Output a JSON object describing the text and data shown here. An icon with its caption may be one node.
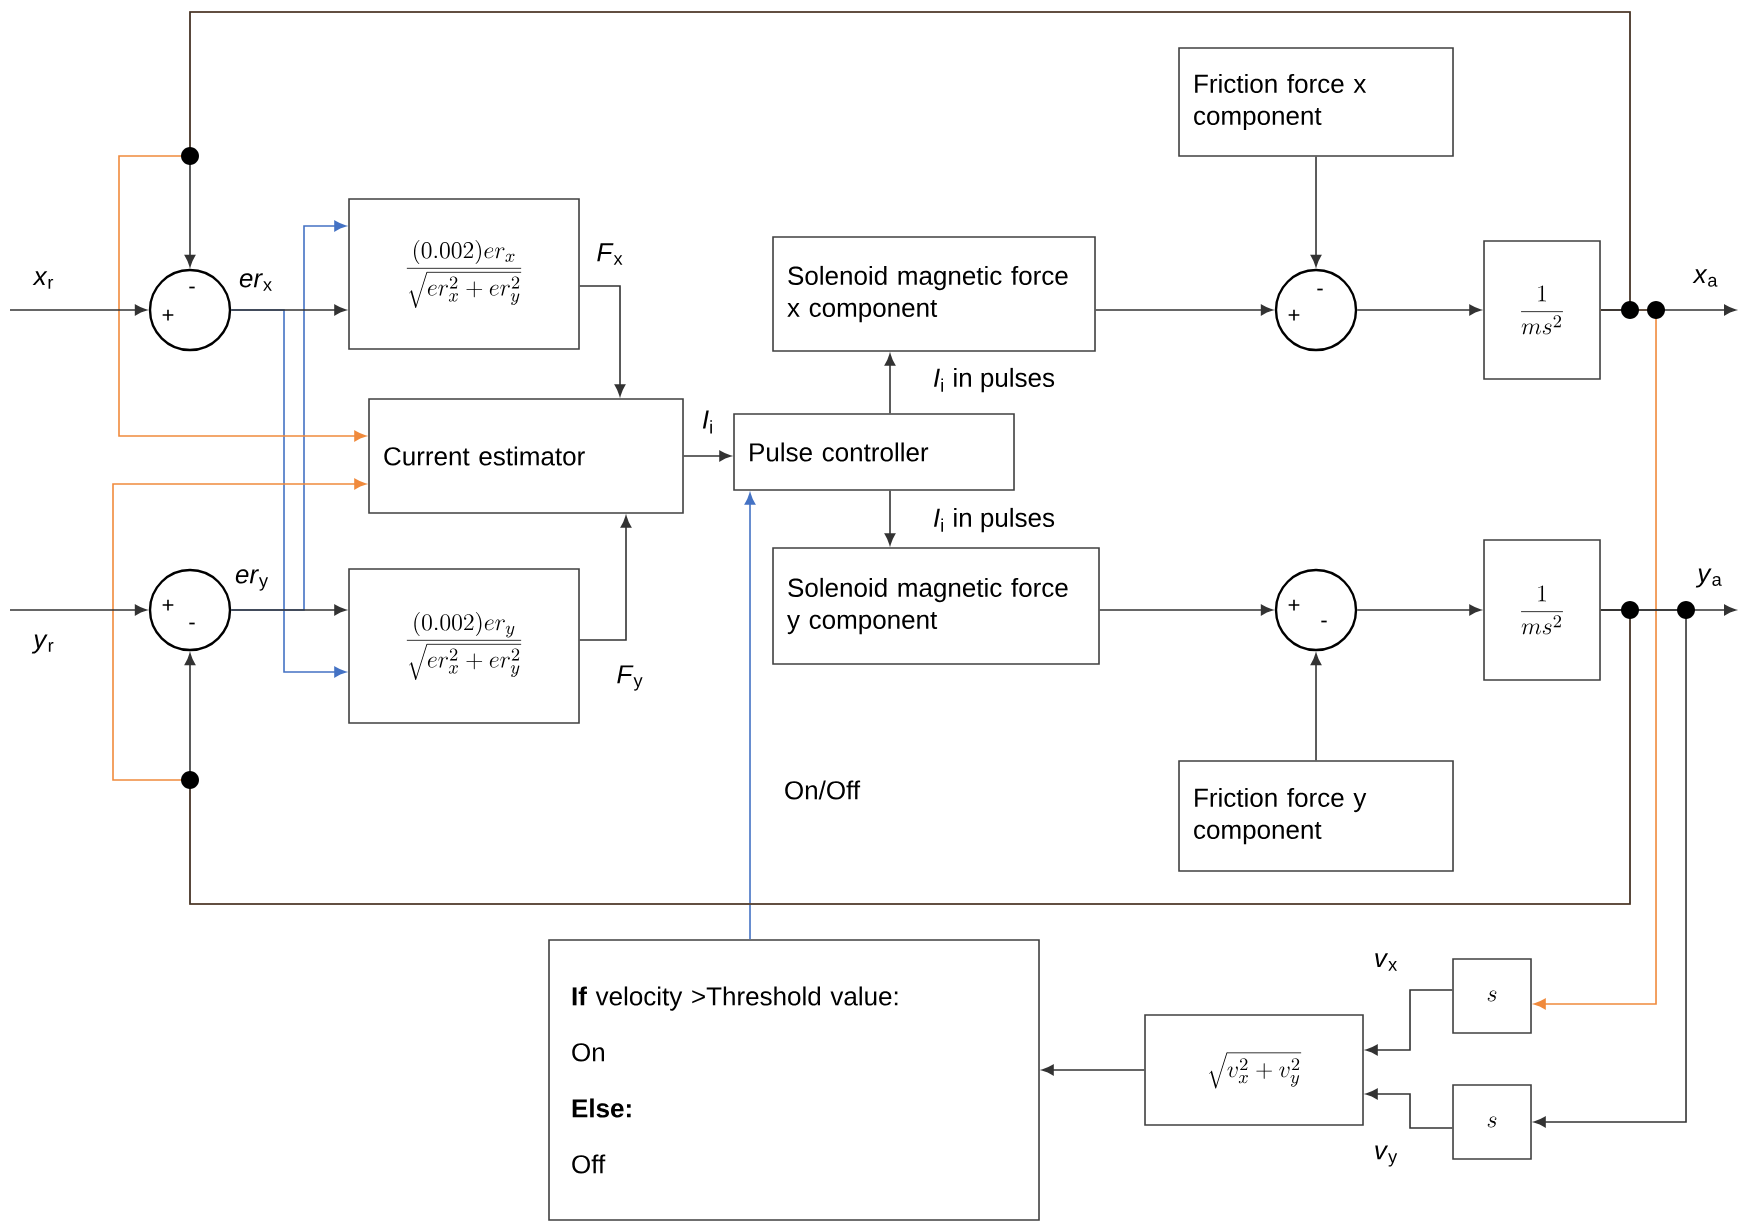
{
  "diagram": {
    "nodes": [
      {
        "text": [
          "+",
          "-"
        ]
      },
      {
        "text": [
          "\\frac{(0.002)er_x}{\\sqrt{er_x^{2}+er_y^{2}}}"
        ]
      },
      {
        "text": [
          "Current estimator"
        ]
      },
      {
        "text": [
          "Pulse controller"
        ]
      },
      {
        "text": [
          "Solenoid magnetic force x component"
        ]
      },
      {
        "text": [
          "Friction force x component"
        ]
      },
      {
        "text": [
          "+",
          "-"
        ]
      },
      {
        "text": [
          "\\frac{1}{ms^{2}}"
        ]
      },
      {
        "text": [
          "Solenoid magnetic force y component"
        ]
      },
      {
        "text": [
          "+",
          "-"
        ]
      },
      {
        "text": [
          "\\frac{1}{ms^{2}}"
        ]
      },
      {
        "text": [
          "Friction force y component"
        ]
      },
      {
        "text": [
          "+",
          "-"
        ]
      },
      {
        "text": [
          "\\frac{(0.002)er_y}{\\sqrt{er_x^{2}+er_y^{2}}}"
        ]
      },
      {
        "text": [
          "**If** velocity >Threshold value:",
          "On",
          "Else:",
          "Off"
        ]
      },
      {
        "text": [
          "\\sqrt{v_x^{2}+v_y^{2}}"
        ]
      },
      {
        "text": [
          "s"
        ]
      },
      {
        "text": [
          "s"
        ]
      }
    ],
    "edges": [
      {
        "from": null,
        "to": 0,
        "arrow": "to",
        "label": "*x*$_{r}$"
      },
      {
        "from": 0,
        "to": 1,
        "arrow": "to",
        "label": "*er*$_{x}$"
      },
      {
        "from": 0,
        "to": 13,
        "arrow": "to",
        "color": "#4472c4"
      },
      {
        "from": 12,
        "to": 13,
        "arrow": "to",
        "label": "*er*$_{y}$"
      },
      {
        "from": 12,
        "to": 1,
        "arrow": "to",
        "color": "#4472c4"
      },
      {
        "from": 1,
        "to": 2,
        "arrow": "to",
        "label": "*F*$_{x}$"
      },
      {
        "from": 13,
        "to": 2,
        "arrow": "to",
        "label": "*F*$_{y}$"
      },
      {
        "from": 2,
        "to": 3,
        "arrow": "to",
        "label": "*I*$_{i}$"
      },
      {
        "from": 3,
        "to": 4,
        "arrow": "to",
        "label": "*I*$_{i}$ in pulses"
      },
      {
        "from": 3,
        "to": 8,
        "arrow": "to",
        "label": "*I*$_{i}$ in pulses"
      },
      {
        "from": 4,
        "to": 6,
        "arrow": "to"
      },
      {
        "from": 5,
        "to": 6,
        "arrow": "to"
      },
      {
        "from": 6,
        "to": 7,
        "arrow": "to"
      },
      {
        "from": 7,
        "to": null,
        "arrow": "to",
        "label": "*x*$_{a}$"
      },
      {
        "from": 7,
        "to": 0,
        "arrow": "to"
      },
      {
        "from": 7,
        "to": 16,
        "arrow": "to",
        "color": "#f08a3c"
      },
      {
        "from": 8,
        "to": 9,
        "arrow": "to"
      },
      {
        "from": 11,
        "to": 9,
        "arrow": "to"
      },
      {
        "from": 9,
        "to": 10,
        "arrow": "to"
      },
      {
        "from": 10,
        "to": null,
        "arrow": "to",
        "label": "*y*$_{a}$"
      },
      {
        "from": 10,
        "to": 12,
        "arrow": "to"
      },
      {
        "from": 10,
        "to": 17,
        "arrow": "to"
      },
      {
        "from": 16,
        "to": 15,
        "arrow": "to",
        "label": "*v*$_{x}$"
      },
      {
        "from": 17,
        "to": 15,
        "arrow": "to",
        "label": "*v*$_{y}$"
      },
      {
        "from": 15,
        "to": 14,
        "arrow": "to"
      },
      {
        "from": 14,
        "to": 3,
        "arrow": "to",
        "color": "#4472c4",
        "label": "On/Off"
      },
      {
        "from": null,
        "to": 12,
        "arrow": "to",
        "label": "*y*$_{r}$"
      },
      {
        "from": 7,
        "to": 2,
        "arrow": "to",
        "color": "#f08a3c"
      },
      {
        "from": 10,
        "to": 2,
        "arrow": "to",
        "color": "#f08a3c"
      }
    ]
  }
}
